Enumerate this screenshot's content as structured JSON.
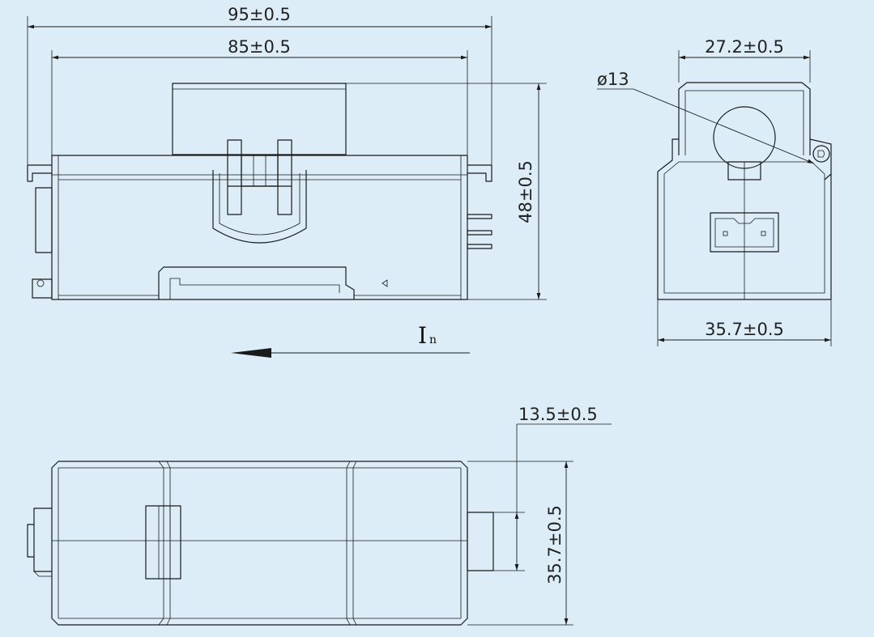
{
  "dimensions": {
    "top_outer_width": "95±0.5",
    "top_inner_width": "85±0.5",
    "top_height": "48±0.5",
    "side_top_width": "27.2±0.5",
    "side_hole_diameter": "ø13",
    "side_bottom_width": "35.7±0.5",
    "bottom_offset": "13.5±0.5",
    "bottom_height": "35.7±0.5"
  },
  "current_label": {
    "main": "I",
    "sub": "n"
  },
  "colors": {
    "background": "#dcedf8",
    "line": "#1a1a1a"
  }
}
